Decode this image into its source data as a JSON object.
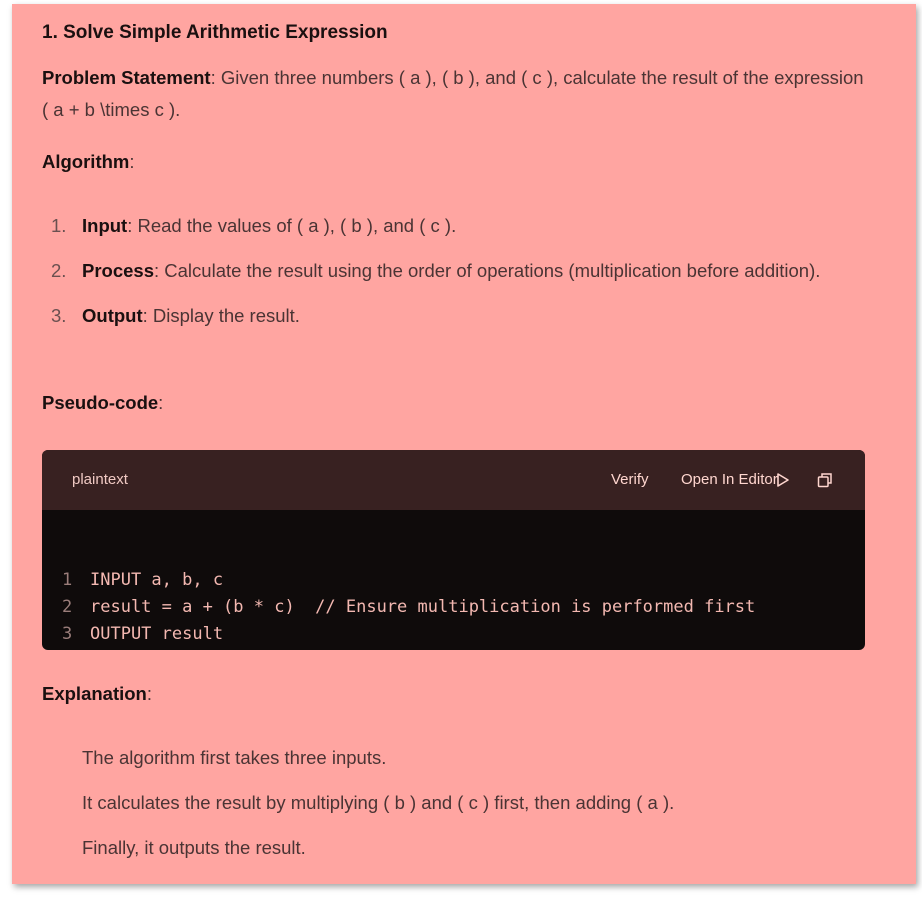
{
  "title": "1. Solve Simple Arithmetic Expression",
  "problem": {
    "label": "Problem Statement",
    "text": ": Given three numbers ( a ), ( b ), and ( c ), calculate the result of the expression ( a + b \\times c )."
  },
  "algorithm": {
    "heading": "Algorithm",
    "steps": [
      {
        "num": "1.",
        "label": "Input",
        "text": ": Read the values of ( a ), ( b ), and ( c )."
      },
      {
        "num": "2.",
        "label": "Process",
        "text": ": Calculate the result using the order of operations (multiplication before addition)."
      },
      {
        "num": "3.",
        "label": "Output",
        "text": ": Display the result."
      }
    ]
  },
  "pseudocode": {
    "heading": "Pseudo-code",
    "language": "plaintext",
    "verify_label": "Verify",
    "open_editor_label": "Open In Editor",
    "lines": [
      {
        "num": "1",
        "text": "INPUT a, b, c"
      },
      {
        "num": "2",
        "text": "result = a + (b * c)  // Ensure multiplication is performed first"
      },
      {
        "num": "3",
        "text": "OUTPUT result"
      }
    ]
  },
  "explanation": {
    "heading": "Explanation",
    "items": [
      "The algorithm first takes three inputs.",
      "It calculates the result by multiplying ( b ) and ( c ) first, then adding ( a ).",
      "Finally, it outputs the result."
    ]
  },
  "colors": {
    "card_background": "#ffa5a1",
    "code_header": "#382121",
    "code_background": "#0f0b0b",
    "code_text": "#f3b8b1"
  },
  "icons": {
    "play": "play-icon",
    "copy": "copy-icon"
  }
}
